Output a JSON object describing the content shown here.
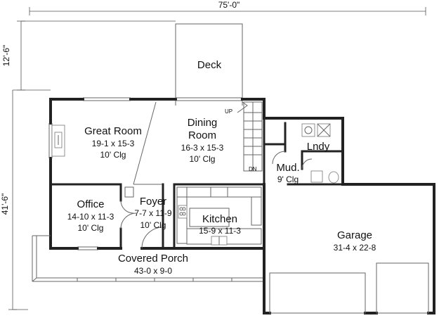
{
  "dimensions": {
    "overall_width": "75'-0\"",
    "deck_depth": "12'-6\"",
    "overall_depth": "41'-6\""
  },
  "rooms": {
    "deck": {
      "name": "Deck"
    },
    "great_room": {
      "name": "Great Room",
      "size": "19-1 x 15-3",
      "ceiling": "10' Clg"
    },
    "dining_room": {
      "name_line1": "Dining",
      "name_line2": "Room",
      "size": "16-3 x 15-3",
      "ceiling": "10' Clg"
    },
    "laundry": {
      "name": "Lndy"
    },
    "mud": {
      "name": "Mud.",
      "ceiling": "9' Clg"
    },
    "office": {
      "name": "Office",
      "size": "14-10 x 11-3",
      "ceiling": "10' Clg"
    },
    "foyer": {
      "name": "Foyer",
      "size": "7-7 x 11-9",
      "ceiling": "10' Clg"
    },
    "kitchen": {
      "name": "Kitchen",
      "size": "15-9 x 11-3"
    },
    "garage": {
      "name": "Garage",
      "size": "31-4 x 22-8"
    },
    "covered_porch": {
      "name": "Covered Porch",
      "size": "43-0 x 9-0"
    }
  },
  "stairs": {
    "up_label": "UP",
    "down_label": "DN"
  },
  "colors": {
    "wall": "#222222",
    "line": "#666666",
    "background": "#ffffff"
  }
}
